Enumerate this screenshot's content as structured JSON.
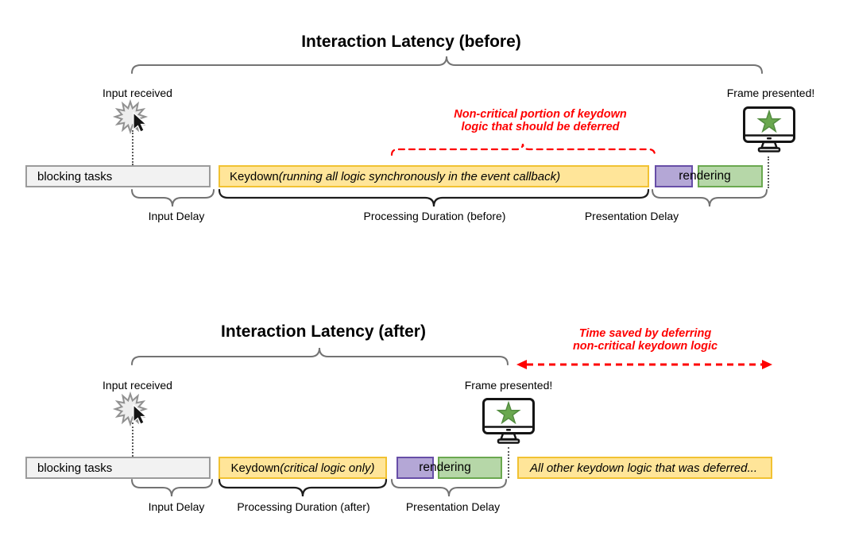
{
  "diagram": {
    "before": {
      "title": "Interaction Latency (before)",
      "input_received": "Input received",
      "frame_presented": "Frame presented!",
      "annotation_line1": "Non-critical portion of keydown",
      "annotation_line2": "logic that should be deferred",
      "bars": {
        "blocking": "blocking tasks",
        "keydown": "Keydown ",
        "keydown_detail": "(running all logic synchronously in the event callback)",
        "rendering": "rendering"
      },
      "labels": {
        "input_delay": "Input Delay",
        "processing": "Processing Duration (before)",
        "presentation": "Presentation Delay"
      }
    },
    "after": {
      "title": "Interaction Latency (after)",
      "input_received": "Input received",
      "frame_presented": "Frame presented!",
      "annotation_line1": "Time saved by deferring",
      "annotation_line2": "non-critical keydown logic",
      "bars": {
        "blocking": "blocking tasks",
        "keydown": "Keydown ",
        "keydown_detail": "(critical logic only)",
        "rendering": "rendering",
        "deferred": "All other keydown logic that was deferred..."
      },
      "labels": {
        "input_delay": "Input Delay",
        "processing": "Processing Duration (after)",
        "presentation": "Presentation Delay"
      }
    }
  },
  "colors": {
    "bar-gray-fill": "#f2f2f2",
    "bar-gray-border": "#9b9b9b",
    "bar-yellow-fill": "#ffe599",
    "bar-yellow-border": "#f1c232",
    "bar-purple-fill": "#b4a7d6",
    "bar-purple-border": "#674ea7",
    "bar-green-fill": "#b6d7a8",
    "bar-green-border": "#6aa84f",
    "annotation-red": "#fe0000",
    "brace-gray": "#737373",
    "brace-dark": "#1c1c1c",
    "star-green": "#6aa84f",
    "star-green-border": "#538c40",
    "icon-black": "#141414",
    "starburst-fill": "#ededed",
    "starburst-border": "#919191"
  }
}
